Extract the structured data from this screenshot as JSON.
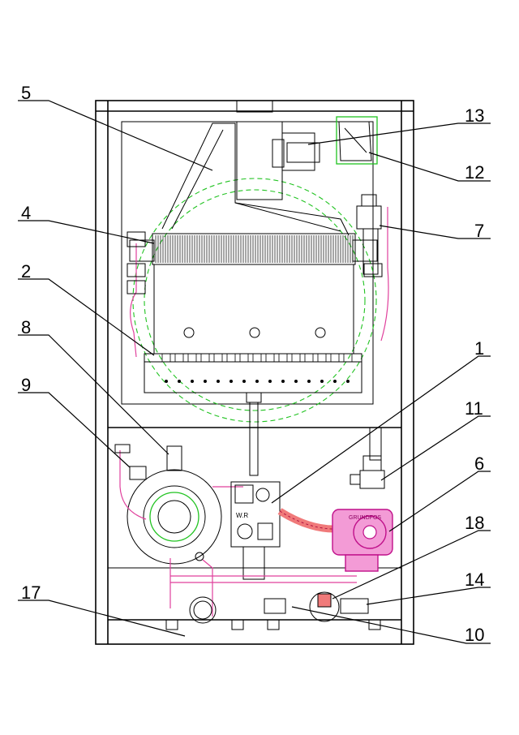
{
  "colors": {
    "line": "#000000",
    "hidden_outline": "#21c321",
    "pipe_outline": "#e0409c",
    "pump_fill": "#f39bd6",
    "cable_fill": "#f07a7a"
  },
  "callouts": [
    {
      "id": "callout-5",
      "label": "5"
    },
    {
      "id": "callout-13",
      "label": "13"
    },
    {
      "id": "callout-12",
      "label": "12"
    },
    {
      "id": "callout-4",
      "label": "4"
    },
    {
      "id": "callout-7",
      "label": "7"
    },
    {
      "id": "callout-2",
      "label": "2"
    },
    {
      "id": "callout-8",
      "label": "8"
    },
    {
      "id": "callout-1",
      "label": "1"
    },
    {
      "id": "callout-9",
      "label": "9"
    },
    {
      "id": "callout-11",
      "label": "11"
    },
    {
      "id": "callout-6",
      "label": "6"
    },
    {
      "id": "callout-18",
      "label": "18"
    },
    {
      "id": "callout-14",
      "label": "14"
    },
    {
      "id": "callout-17",
      "label": "17"
    },
    {
      "id": "callout-10",
      "label": "10"
    }
  ],
  "component_text": {
    "pump_brand": "GRUNDFOS",
    "gas_valve_mark": "W.R"
  }
}
